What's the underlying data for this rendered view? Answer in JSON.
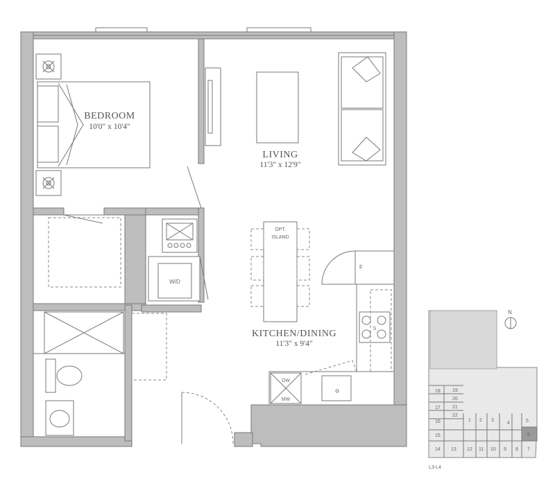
{
  "rooms": {
    "bedroom": {
      "name": "BEDROOM",
      "dims": "10'0\" x 10'4\""
    },
    "living": {
      "name": "LIVING",
      "dims": "11'3\" x 12'9\""
    },
    "kitchen": {
      "name": "KITCHEN/DINING",
      "dims": "11'3\" x 9'4\""
    }
  },
  "fixtures": {
    "island": [
      "OPT.",
      "ISLAND"
    ],
    "washer_dryer": "W/D",
    "fridge": "F",
    "dishwasher": "DW",
    "microwave": "MW",
    "stove_mark": "S"
  },
  "keyplan": {
    "north": "N",
    "floor_label": "L3-L4",
    "units": [
      "18",
      "19",
      "20",
      "21",
      "22",
      "17",
      "16",
      "15",
      "14",
      "13",
      "12",
      "11",
      "10",
      "9",
      "8",
      "7",
      "1",
      "2",
      "3",
      "4",
      "5",
      "6"
    ],
    "highlighted_unit": "6"
  },
  "colors": {
    "wall": "#bdbdbd",
    "line": "#777777",
    "highlight": "#9a9a9a"
  }
}
